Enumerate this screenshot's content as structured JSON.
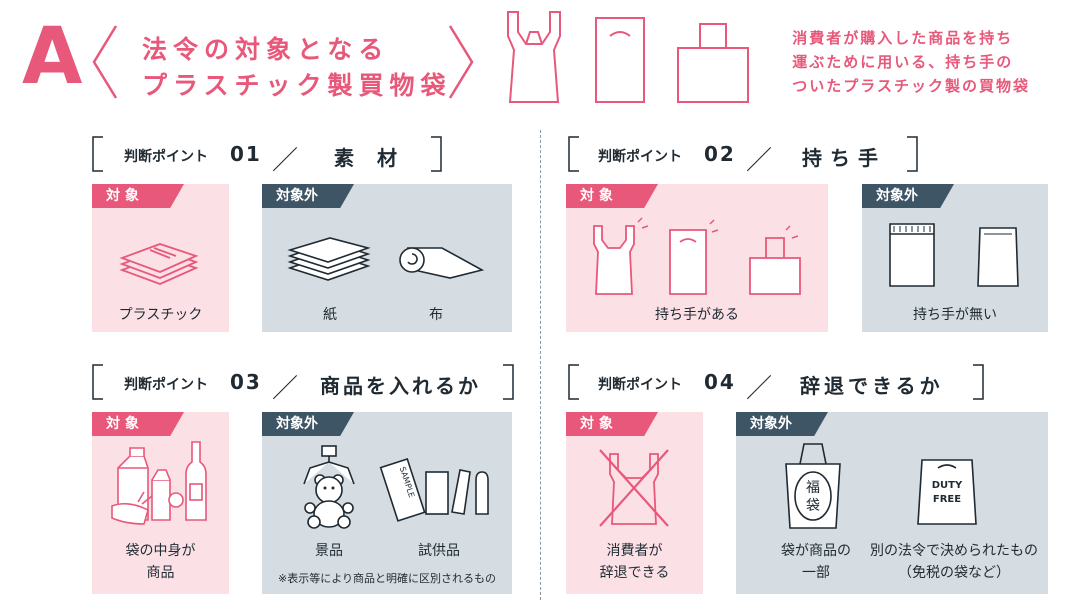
{
  "header": {
    "letter": "A",
    "title_line1": "法令の対象となる",
    "title_line2": "プラスチック製買物袋",
    "description_line1": "消費者が購入した商品を持ち",
    "description_line2": "運ぶために用いる、持ち手の",
    "description_line3": "ついたプラスチック製の買物袋"
  },
  "points": [
    {
      "label": "判断ポイント",
      "number": "01",
      "slash": "／",
      "title": "素 材"
    },
    {
      "label": "判断ポイント",
      "number": "02",
      "slash": "／",
      "title": "持ち手"
    },
    {
      "label": "判断ポイント",
      "number": "03",
      "slash": "／",
      "title": "商品を入れるか"
    },
    {
      "label": "判断ポイント",
      "number": "04",
      "slash": "／",
      "title": "辞退できるか"
    }
  ],
  "tags": {
    "target": "対 象",
    "non_target": "対象外"
  },
  "p1": {
    "target_label": "プラスチック",
    "non1": "紙",
    "non2": "布"
  },
  "p2": {
    "target_label": "持ち手がある",
    "non_label": "持ち手が無い"
  },
  "p3": {
    "target_label1": "袋の中身が",
    "target_label2": "商品",
    "non1": "景品",
    "non2": "試供品",
    "note": "※表示等により商品と明確に区別されるもの"
  },
  "p4": {
    "target_label1": "消費者が",
    "target_label2": "辞退できる",
    "non1_line1": "袋が商品の",
    "non1_line2": "一部",
    "non2_line1": "別の法令で決められたもの",
    "non2_line2": "（免税の袋など）"
  },
  "icons": {
    "fuku_top": "福",
    "fuku_bottom": "袋",
    "duty": "DUTY",
    "free": "FREE",
    "sample": "SAMPLE"
  },
  "colors": {
    "accent": "#e8587a",
    "pink_panel": "#fbe1e6",
    "gray_panel": "#d6dde2",
    "dark_tag": "#3e5566"
  }
}
